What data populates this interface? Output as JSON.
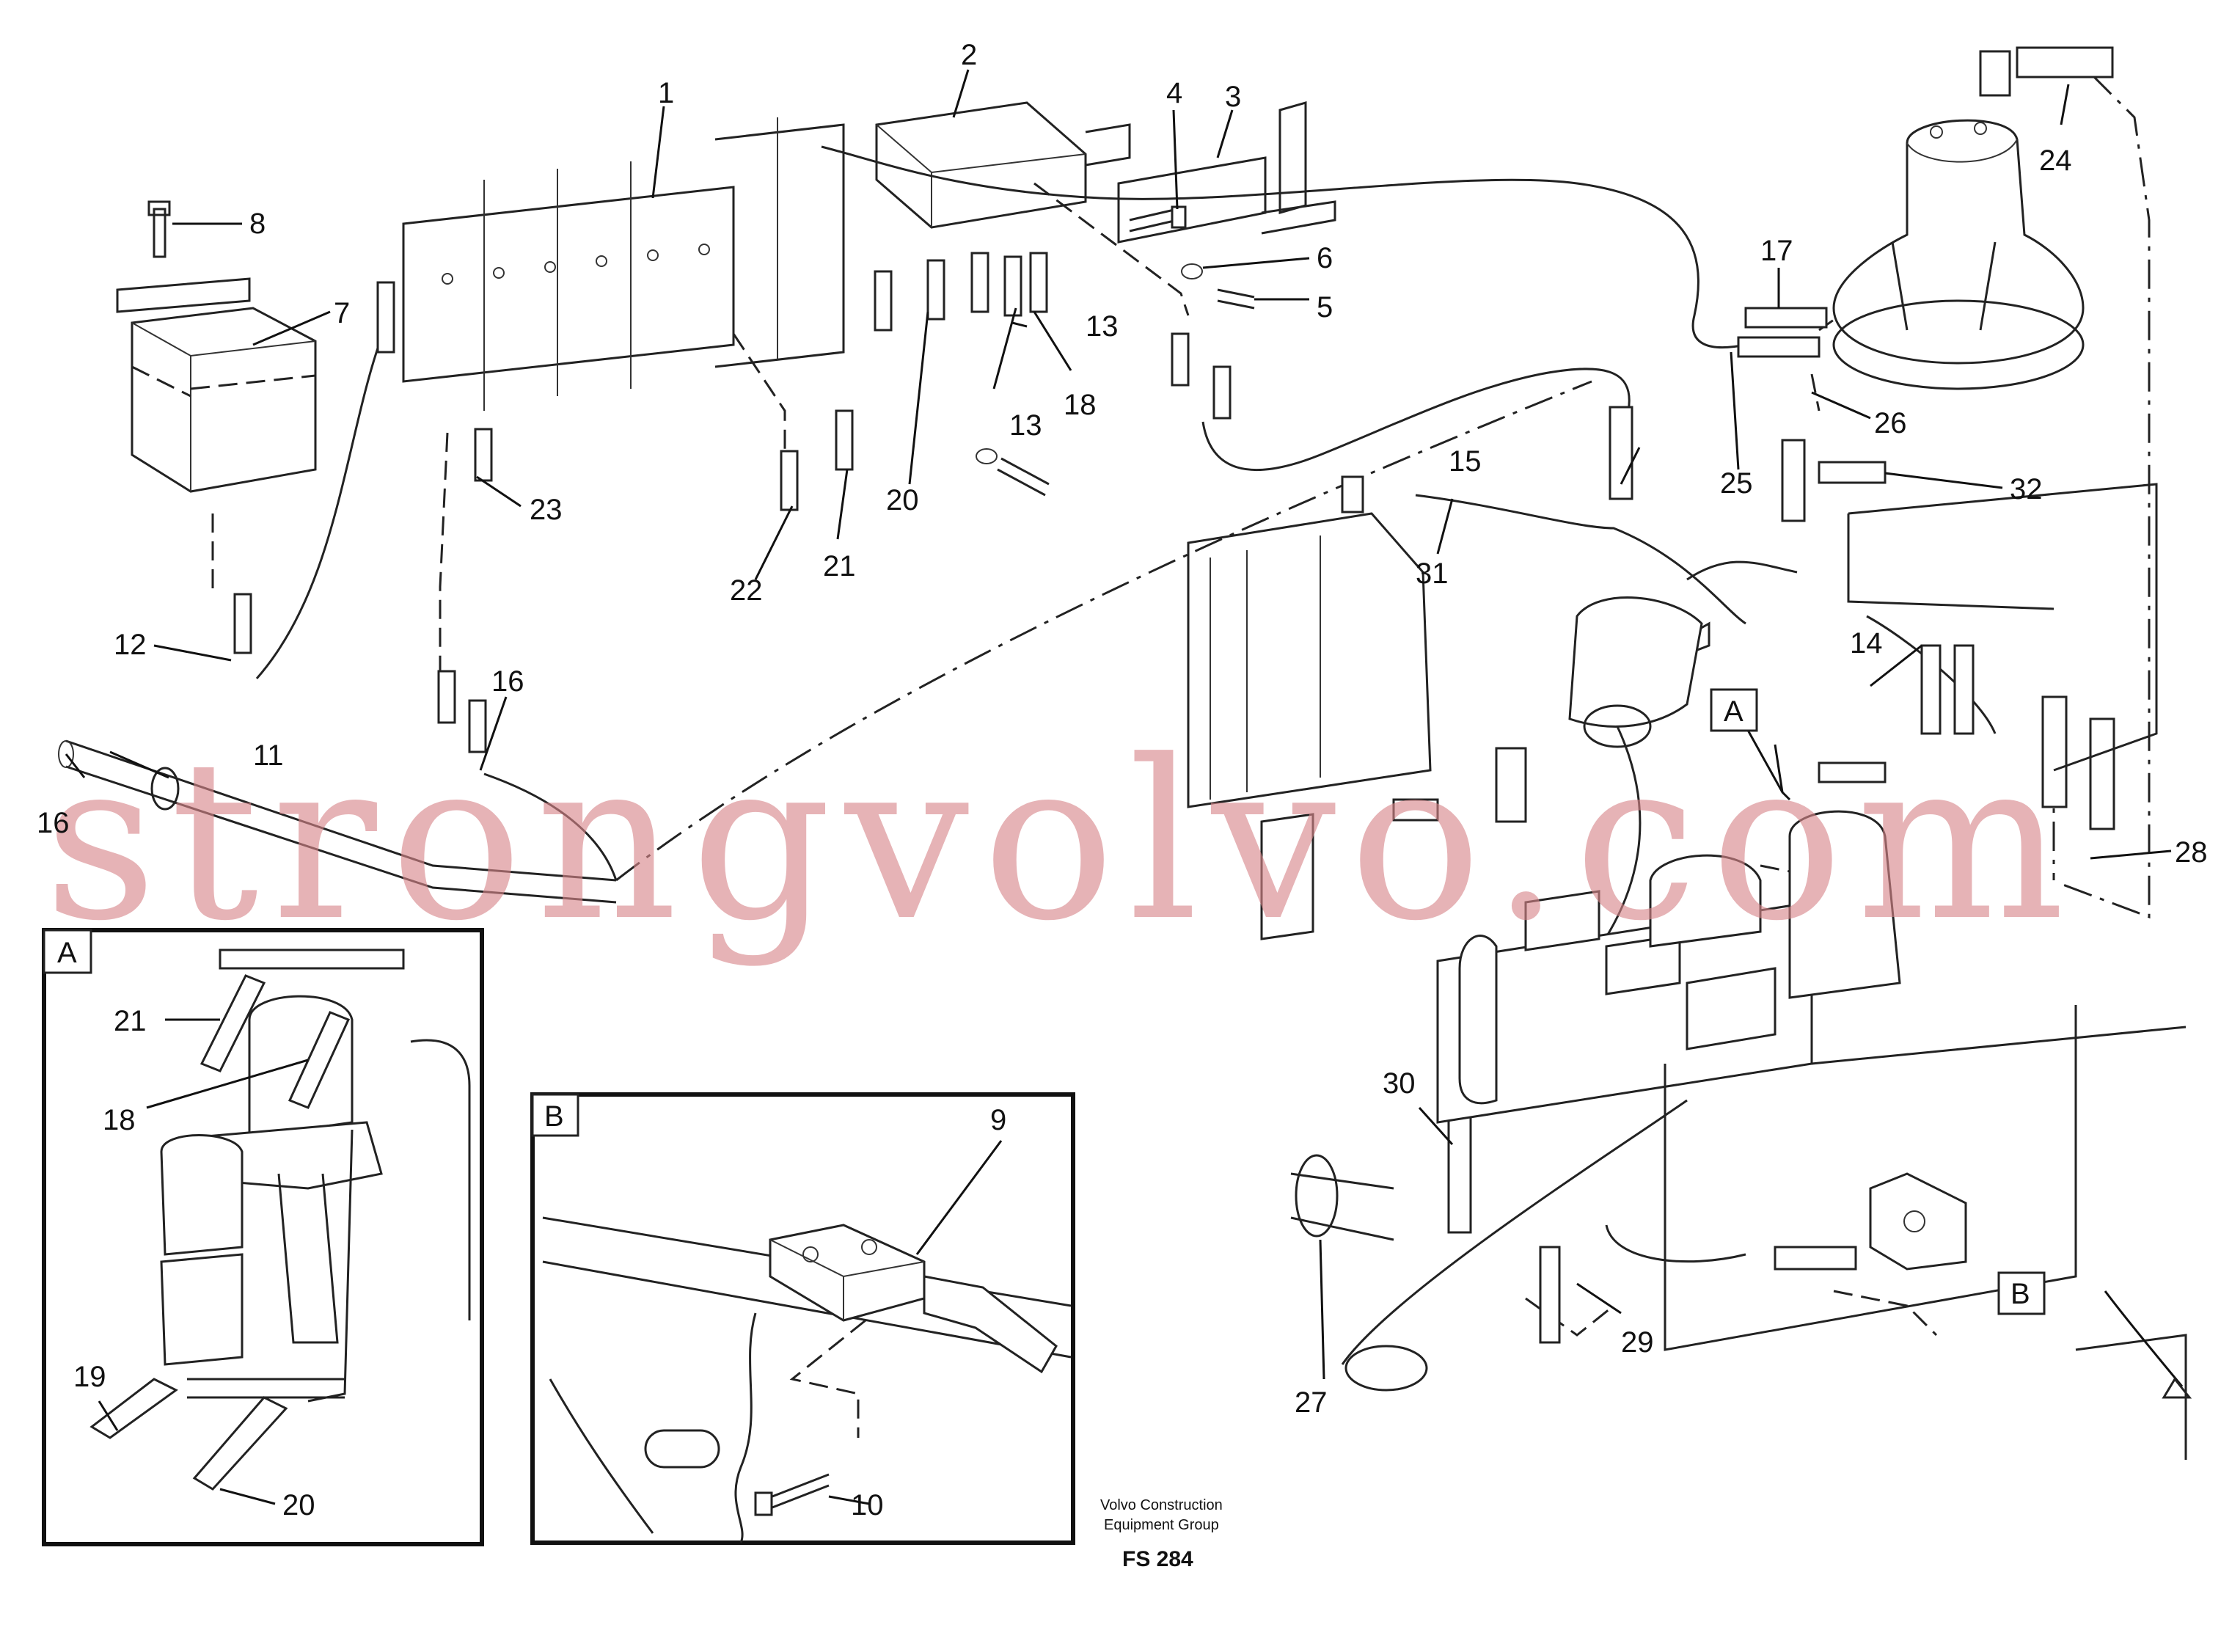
{
  "watermark": "strongvolvo.com",
  "credit": {
    "line1": "Volvo Construction",
    "line2": "Equipment Group",
    "code": "FS 284"
  },
  "detail_tags": {
    "main_a": "A",
    "main_b": "B",
    "inset_a": "A",
    "inset_b": "B"
  },
  "part_numbers": {
    "n1": "1",
    "n2": "2",
    "n3": "3",
    "n4": "4",
    "n5": "5",
    "n6": "6",
    "n7": "7",
    "n8": "8",
    "n9": "9",
    "n10": "10",
    "n11": "11",
    "n12": "12",
    "n13a": "13",
    "n13b": "13",
    "n14": "14",
    "n15": "15",
    "n16a": "16",
    "n16b": "16",
    "n17": "17",
    "n18a": "18",
    "n18b": "18",
    "n19": "19",
    "n20a": "20",
    "n20b": "20",
    "n21a": "21",
    "n21b": "21",
    "n22": "22",
    "n23": "23",
    "n24": "24",
    "n25": "25",
    "n26": "26",
    "n27": "27",
    "n28": "28",
    "n29": "29",
    "n30": "30",
    "n31": "31",
    "n32": "32"
  }
}
